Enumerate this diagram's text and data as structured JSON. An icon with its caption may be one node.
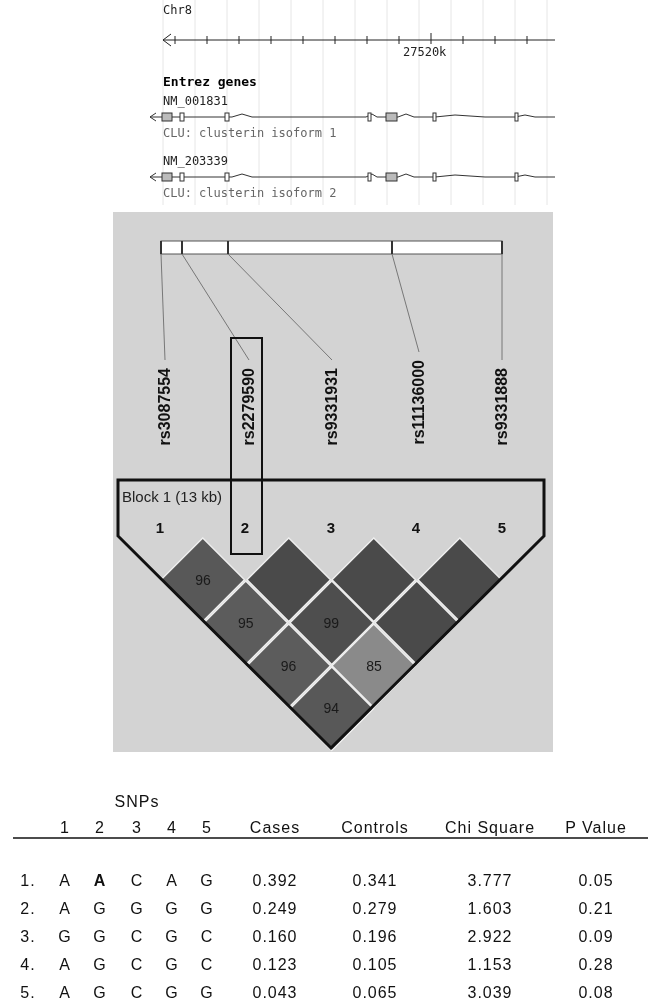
{
  "diagram": {
    "nodes": [
      {
        "text": [],
        "shape": "bar"
      },
      {
        "text": [
          "rs3087554"
        ]
      },
      {
        "text": [
          "rs2279590"
        ]
      },
      {
        "text": [
          "rs9331931"
        ]
      },
      {
        "text": [
          "rs11136000"
        ]
      },
      {
        "text": [
          "rs9331888"
        ]
      },
      {
        "text": [
          "Block 1 (13 kb)",
          "1",
          "2",
          "3",
          "4",
          "5"
        ]
      },
      {
        "text": [
          "96"
        ],
        "in": 6
      },
      {
        "text": [],
        "shape": "diamond",
        "in": 6
      },
      {
        "text": [],
        "shape": "diamond",
        "in": 6
      },
      {
        "text": [],
        "shape": "diamond",
        "in": 6
      },
      {
        "text": [
          "95"
        ],
        "in": 6
      },
      {
        "text": [
          "99"
        ],
        "in": 6
      },
      {
        "text": [],
        "shape": "diamond",
        "in": 6
      },
      {
        "text": [
          "96"
        ],
        "in": 6
      },
      {
        "text": [
          "85"
        ],
        "in": 6
      },
      {
        "text": [
          "94"
        ],
        "in": 6
      }
    ],
    "edges": [
      {
        "from": 1,
        "to": 0,
        "arrow": "none"
      },
      {
        "from": 2,
        "to": 0,
        "arrow": "none"
      },
      {
        "from": 3,
        "to": 0,
        "arrow": "none"
      },
      {
        "from": 4,
        "to": 0,
        "arrow": "none"
      },
      {
        "from": 5,
        "to": 0,
        "arrow": "none"
      }
    ],
    "labels": [
      "Chr8",
      "27520k",
      "Entrez genes",
      "NM_001831",
      "CLU: clusterin isoform 1",
      "NM_203339",
      "CLU: clusterin isoform 2",
      "SNPs",
      "1",
      "2",
      "3",
      "4",
      "5",
      "Cases",
      "Controls",
      "Chi Square",
      "P Value",
      "1.",
      "A",
      "A",
      "C",
      "A",
      "G",
      "0.392",
      "0.341",
      "3.777",
      "0.05",
      "2.",
      "A",
      "G",
      "G",
      "G",
      "G",
      "0.249",
      "0.279",
      "1.603",
      "0.21",
      "3.",
      "G",
      "G",
      "C",
      "G",
      "C",
      "0.160",
      "0.196",
      "2.922",
      "0.09",
      "4.",
      "A",
      "G",
      "C",
      "G",
      "C",
      "0.123",
      "0.105",
      "1.153",
      "0.28",
      "5.",
      "A",
      "G",
      "C",
      "G",
      "G",
      "0.043",
      "0.065",
      "3.039",
      "0.08"
    ]
  }
}
